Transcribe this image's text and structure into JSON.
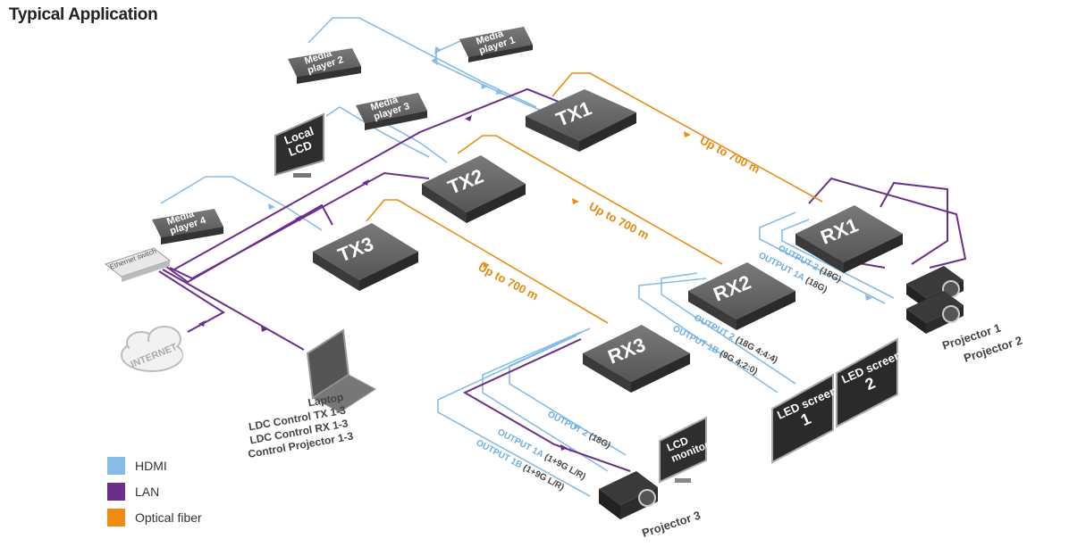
{
  "title": "Typical Application",
  "colors": {
    "hdmi": "#86bde8",
    "lan": "#6b2e8a",
    "fiber": "#ef8a12",
    "device": "#5a5a5a"
  },
  "devices": {
    "tx1": "TX1",
    "tx2": "TX2",
    "tx3": "TX3",
    "rx1": "RX1",
    "rx2": "RX2",
    "rx3": "RX3",
    "media_player_1": [
      "Media",
      "player 1"
    ],
    "media_player_2": [
      "Media",
      "player 2"
    ],
    "media_player_3": [
      "Media",
      "player 3"
    ],
    "media_player_4": [
      "Media",
      "player 4"
    ],
    "local_lcd": [
      "Local",
      "LCD"
    ],
    "ethernet_switch": "Ethernet switch",
    "internet": "INTERNET",
    "lcd_monitor": [
      "LCD",
      "monitor"
    ],
    "led_screen_1": [
      "LED screen",
      "1"
    ],
    "led_screen_2": [
      "LED screen",
      "2"
    ],
    "projector_1": "Projector 1",
    "projector_2": "Projector 2",
    "projector_3": "Projector 3"
  },
  "laptop_lines": [
    "Laptop",
    "LDC Control TX 1-3",
    "LDC Control RX 1-3",
    "Control Projector 1-3"
  ],
  "fiber_labels": [
    "Up to 700 m",
    "Up to 700 m",
    "Up to 700 m"
  ],
  "outputs": {
    "rx1_out2": {
      "label": "OUTPUT 2",
      "spec": "(18G)"
    },
    "rx1_out1a": {
      "label": "OUTPUT 1A",
      "spec": "(18G)"
    },
    "rx2_out2": {
      "label": "OUTPUT 2",
      "spec": "(18G 4:4:4)"
    },
    "rx2_out1b": {
      "label": "OUTPUT 1B",
      "spec": "(9G 4:2:0)"
    },
    "rx3_out2": {
      "label": "OUTPUT 2",
      "spec": "(18G)"
    },
    "rx3_out1a": {
      "label": "OUTPUT 1A",
      "spec": "(1+9G L/R)"
    },
    "rx3_out1b": {
      "label": "OUTPUT 1B",
      "spec": "(1+9G L/R)"
    }
  },
  "legend": [
    {
      "label": "HDMI",
      "color": "#86bde8"
    },
    {
      "label": "LAN",
      "color": "#6b2e8a"
    },
    {
      "label": "Optical fiber",
      "color": "#ef8a12"
    }
  ]
}
